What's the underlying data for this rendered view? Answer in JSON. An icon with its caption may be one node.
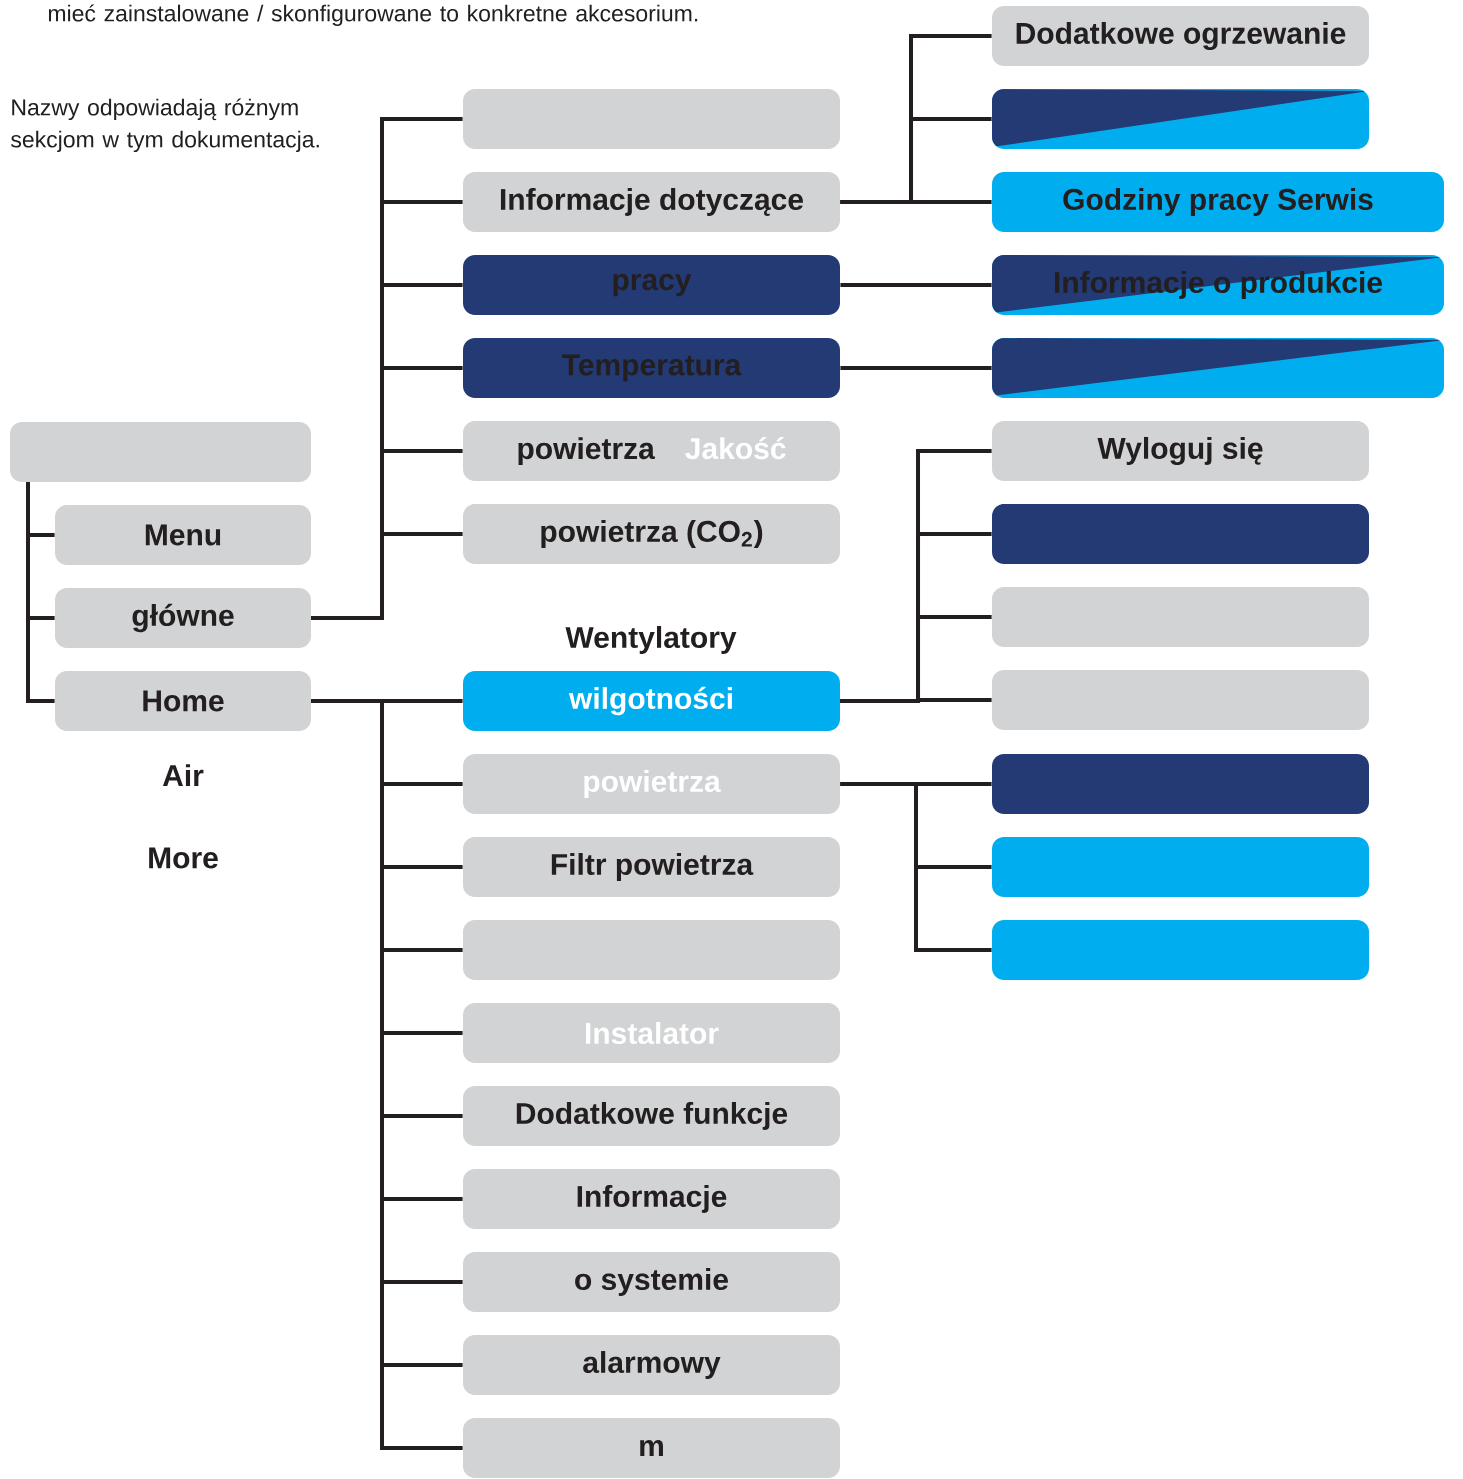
{
  "diagram": {
    "nodes": [
      {
        "text": [],
        "shape": "box"
      },
      {
        "text": [
          "Menu"
        ]
      },
      {
        "text": [
          "główne"
        ]
      },
      {
        "text": [
          "Home"
        ]
      },
      {
        "text": [],
        "shape": "box"
      },
      {
        "text": [
          "Informacje dotyczące"
        ]
      },
      {
        "text": [
          "pracy"
        ]
      },
      {
        "text": [
          "Temperatura"
        ]
      },
      {
        "text": [
          "powietrza",
          "Jakość"
        ]
      },
      {
        "text": [
          "powietrza (CO$_{2}$)"
        ]
      },
      {
        "text": [
          "wilgotności"
        ]
      },
      {
        "text": [
          "powietrza"
        ]
      },
      {
        "text": [
          "Filtr powietrza"
        ]
      },
      {
        "text": [],
        "shape": "box"
      },
      {
        "text": [
          "Instalator"
        ]
      },
      {
        "text": [
          "Dodatkowe funkcje"
        ]
      },
      {
        "text": [
          "Informacje"
        ]
      },
      {
        "text": [
          "o systemie"
        ]
      },
      {
        "text": [
          "alarmowy"
        ]
      },
      {
        "text": [
          "m"
        ]
      },
      {
        "text": [
          "Dodatkowe ogrzewanie"
        ]
      },
      {
        "text": [],
        "shape": "box"
      },
      {
        "text": [
          "Godziny pracy Serwis"
        ]
      },
      {
        "text": [
          "Informacje o produkcie"
        ]
      },
      {
        "text": [],
        "shape": "box"
      },
      {
        "text": [
          "Wyloguj się"
        ]
      },
      {
        "text": [],
        "shape": "box"
      },
      {
        "text": [],
        "shape": "box"
      },
      {
        "text": [],
        "shape": "box"
      },
      {
        "text": [],
        "shape": "box"
      },
      {
        "text": [],
        "shape": "box"
      },
      {
        "text": [],
        "shape": "box"
      }
    ],
    "edges": [
      {
        "from": 0,
        "to": 1,
        "arrow": "none"
      },
      {
        "from": 0,
        "to": 2,
        "arrow": "none"
      },
      {
        "from": 0,
        "to": 3,
        "arrow": "none"
      },
      {
        "from": 2,
        "to": 4,
        "arrow": "none"
      },
      {
        "from": 2,
        "to": 5,
        "arrow": "none"
      },
      {
        "from": 2,
        "to": 6,
        "arrow": "none"
      },
      {
        "from": 2,
        "to": 7,
        "arrow": "none"
      },
      {
        "from": 2,
        "to": 8,
        "arrow": "none"
      },
      {
        "from": 2,
        "to": 9,
        "arrow": "none"
      },
      {
        "from": 3,
        "to": 10,
        "arrow": "none"
      },
      {
        "from": 3,
        "to": 11,
        "arrow": "none"
      },
      {
        "from": 3,
        "to": 12,
        "arrow": "none"
      },
      {
        "from": 3,
        "to": 13,
        "arrow": "none"
      },
      {
        "from": 3,
        "to": 14,
        "arrow": "none"
      },
      {
        "from": 3,
        "to": 15,
        "arrow": "none"
      },
      {
        "from": 3,
        "to": 16,
        "arrow": "none"
      },
      {
        "from": 3,
        "to": 17,
        "arrow": "none"
      },
      {
        "from": 3,
        "to": 18,
        "arrow": "none"
      },
      {
        "from": 3,
        "to": 19,
        "arrow": "none"
      },
      {
        "from": 5,
        "to": 20,
        "arrow": "none"
      },
      {
        "from": 5,
        "to": 21,
        "arrow": "none"
      },
      {
        "from": 5,
        "to": 22,
        "arrow": "none"
      },
      {
        "from": 6,
        "to": 23,
        "arrow": "none"
      },
      {
        "from": 7,
        "to": 24,
        "arrow": "none"
      },
      {
        "from": 10,
        "to": 25,
        "arrow": "none"
      },
      {
        "from": 10,
        "to": 26,
        "arrow": "none"
      },
      {
        "from": 10,
        "to": 27,
        "arrow": "none"
      },
      {
        "from": 10,
        "to": 28,
        "arrow": "none"
      },
      {
        "from": 11,
        "to": 29,
        "arrow": "none"
      },
      {
        "from": 11,
        "to": 30,
        "arrow": "none"
      },
      {
        "from": 11,
        "to": 31,
        "arrow": "none"
      }
    ],
    "labels": [
      "mieć zainstalowane / skonfigurowane to konkretne akcesorium.",
      "Nazwy odpowiadają różnym sekcjom w tym dokumentacja.",
      "Wentylatory",
      "Air",
      "More"
    ]
  }
}
